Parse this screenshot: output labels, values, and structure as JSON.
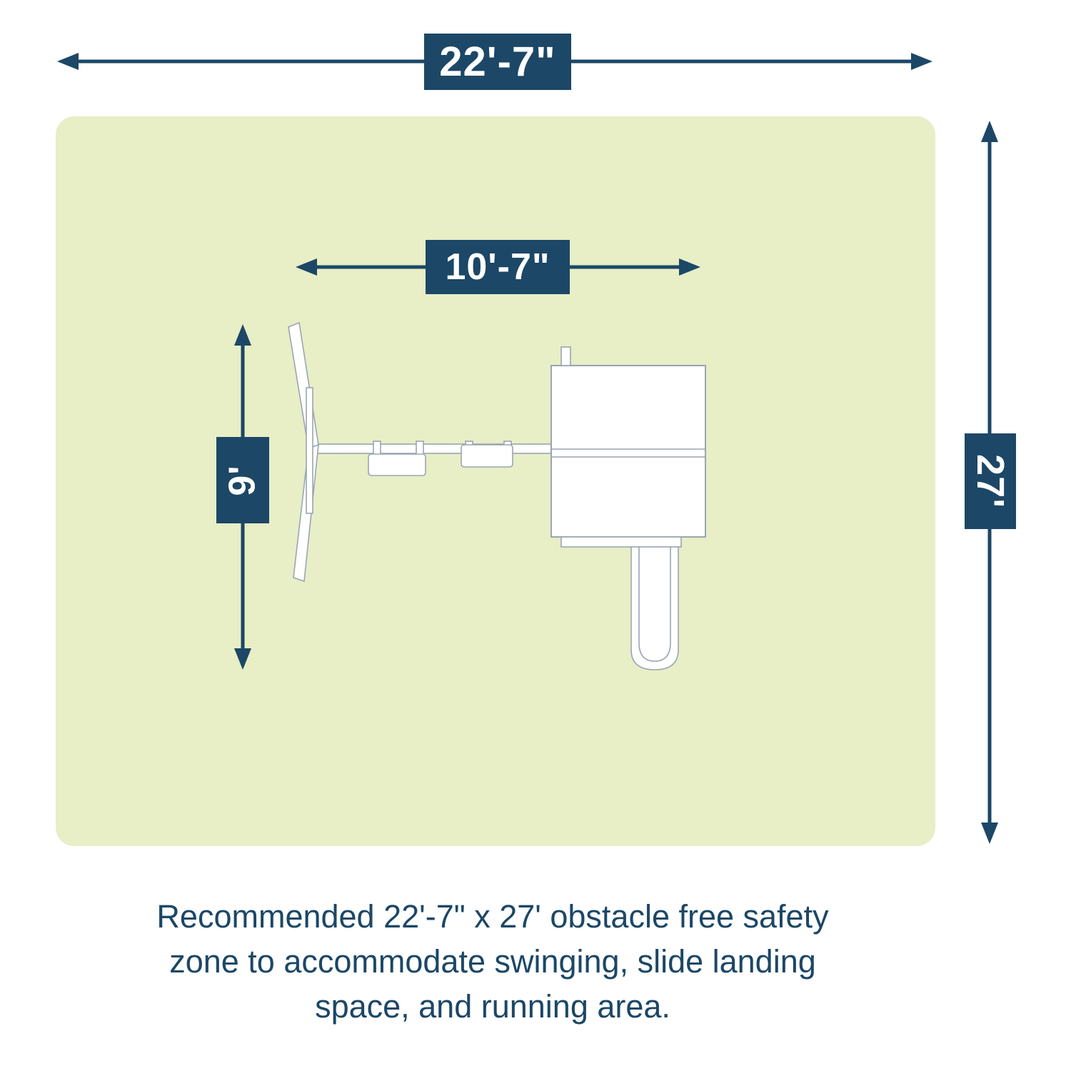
{
  "colors": {
    "navy": "#1c4766",
    "zone_fill": "#e8eec6",
    "drawing_stroke": "#9aa5b1"
  },
  "dimensions": {
    "overall_width": "22'-7\"",
    "overall_depth": "27'",
    "playset_width": "10'-7\"",
    "swing_depth": "9'"
  },
  "caption": {
    "lines": [
      "Recommended 22'-7\" x 27' obstacle free safety",
      "zone to accommodate swinging, slide landing",
      "space, and running area."
    ]
  }
}
